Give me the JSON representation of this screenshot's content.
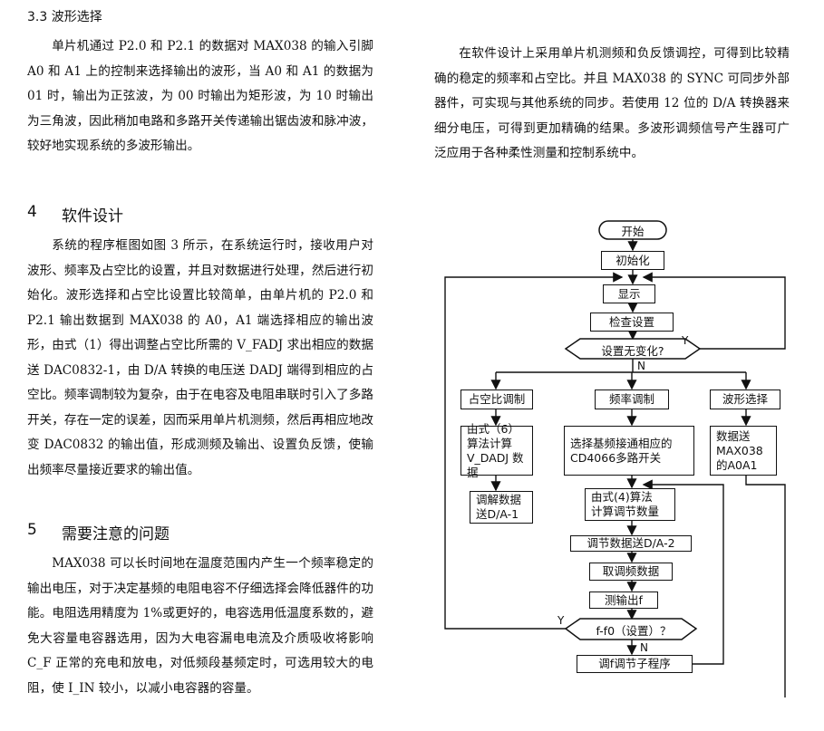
{
  "left": {
    "sub_heading": "3.3  波形选择",
    "para_waveform": "单片机通过 P2.0 和 P2.1 的数据对 MAX038 的输入引脚 A0 和 A1 上的控制来选择输出的波形，当 A0 和 A1 的数据为 01 时，输出为正弦波，为 00 时输出为矩形波，为 10 时输出为三角波，因此稍加电路和多路开关传递输出锯齿波和脉冲波，较好地实现系统的多波形输出。",
    "sec4_num": "4",
    "sec4_title": "软件设计",
    "para_software": "系统的程序框图如图 3 所示，在系统运行时，接收用户对波形、频率及占空比的设置，并且对数据进行处理，然后进行初始化。波形选择和占空比设置比较简单，由单片机的 P2.0 和 P2.1 输出数据到 MAX038 的 A0，A1 端选择相应的输出波形，由式（1）得出调整占空比所需的 V_FADJ 求出相应的数据送 DAC0832-1，由 D/A 转换的电压送 DADJ 端得到相应的占空比。频率调制较为复杂，由于在电容及电阻串联时引入了多路开关，存在一定的误差，因而采用单片机测频，然后再相应地改变 DAC0832 的输出值，形成测频及输出、设置负反馈，使输出频率尽量接近要求的输出值。",
    "sec5_num": "5",
    "sec5_title": "需要注意的问题",
    "para_notes": "MAX038 可以长时间地在温度范围内产生一个频率稳定的输出电压，对于决定基频的电阻电容不仔细选择会降低器件的功能。电阻选用精度为 1%或更好的，电容选用低温度系数的，避免大容量电容器选用，因为大电容漏电电流及介质吸收将影响 C_F 正常的充电和放电，对低频段基频定时，可选用较大的电阻，使 I_IN 较小，以减小电容器的容量。"
  },
  "right": {
    "para_summary": "在软件设计上采用单片机测频和负反馈调控，可得到比较精确的稳定的频率和占空比。并且 MAX038 的 SYNC 可同步外部器件，可实现与其他系统的同步。若使用 12 位的 D/A 转换器来细分电压，可得到更加精确的结果。多波形调频信号产生器可广泛应用于各种柔性测量和控制系统中。"
  },
  "flowchart": {
    "start": "开始",
    "init": "初始化",
    "display": "显示",
    "check": "检查设置",
    "decision_change": "设置无变化?",
    "yes": "Y",
    "no": "N",
    "duty": "占空比调制",
    "freq": "频率调制",
    "wave": "波形选择",
    "duty_calc_1": "由式（6）",
    "duty_calc_2": "算法计算",
    "duty_calc_3": "V_DADJ 数据",
    "freq_switch_1": "选择基频接通相应的",
    "freq_switch_2": "CD4066多路开关",
    "wave_send_1": "数据送",
    "wave_send_2": "MAX038",
    "wave_send_3": "的A0A1",
    "duty_send_1": "调解数据",
    "duty_send_2": "送D/A-1",
    "calc_adj_1": "由式(4)算法",
    "calc_adj_2": "计算调节数量",
    "send_da2": "调节数据送D/A-2",
    "read_freq": "取调频数据",
    "measure": "测输出f",
    "decision_freq": "f-f0（设置）？",
    "adjust": "调f调节子程序"
  }
}
